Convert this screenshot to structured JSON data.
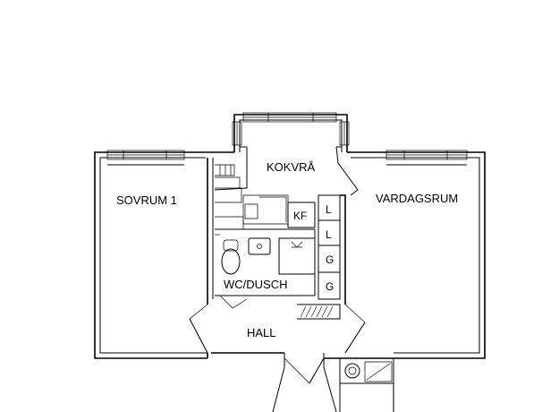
{
  "rooms": {
    "bedroom": "SOVRUM  1",
    "kitchen_nook": "KOKVRÅ",
    "living_room": "VARDAGSRUM",
    "bathroom": "WC/DUSCH",
    "hall": "HALL"
  },
  "fixtures": {
    "fridge_freezer": "KF",
    "closet_1": "L",
    "closet_2": "L",
    "closet_3": "G",
    "closet_4": "G"
  },
  "colors": {
    "line": "#000000",
    "background": "#ffffff"
  }
}
